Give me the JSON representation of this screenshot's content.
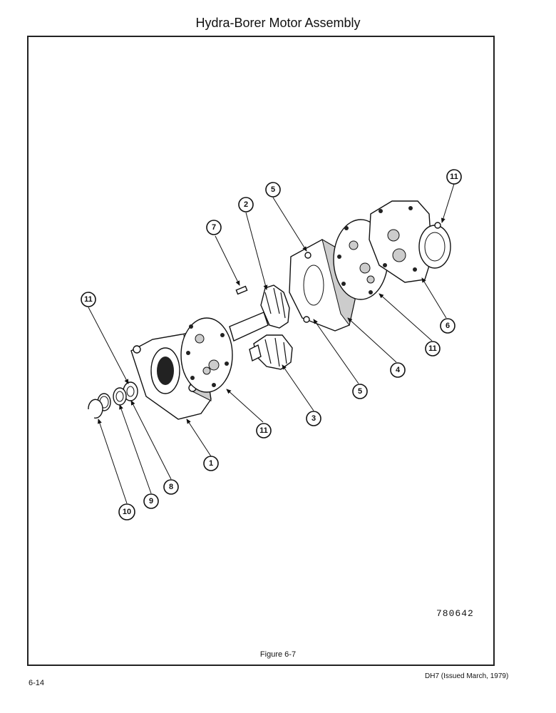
{
  "title": "Hydra-Borer Motor Assembly",
  "figure_caption": "Figure 6-7",
  "drawing_number": "780642",
  "page_number": "6-14",
  "issue_note": "DH7 (Issued March, 1979)",
  "callouts": [
    "1",
    "2",
    "3",
    "4",
    "5",
    "5",
    "6",
    "7",
    "8",
    "9",
    "10",
    "11",
    "11",
    "11",
    "11"
  ]
}
